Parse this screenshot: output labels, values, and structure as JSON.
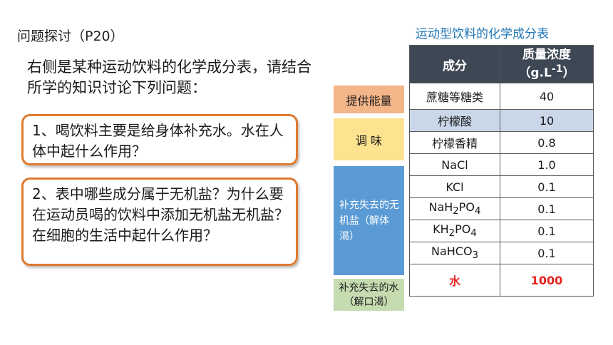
{
  "heading": "问题探讨（P20）",
  "intro": "右侧是某种运动饮料的化学成分表，请结合所学的知识讨论下列问题：",
  "question1": "1、喝饮料主要是给身体补充水。水在人体中起什么作用？",
  "question2": "2、表中哪些成分属于无机盐？为什么要在运动员喝的饮料中添加无机盐无机盐？在细胞的生活中起什么作用？",
  "table": {
    "title": "运动型饮料的化学成分表",
    "col_ingredient": "成分",
    "col_concentration_line1": "质量浓度",
    "col_concentration_unit": "（g.L",
    "col_concentration_exp": "-1",
    "col_concentration_close": "）",
    "categories": {
      "energy": "提供能量",
      "taste": "调 味",
      "salt": "补充失去的无机盐（解体渴）",
      "water": "补充失去的水（解口渴）"
    },
    "rows": {
      "sugar": {
        "name": "蔗糖等糖类",
        "value": "40"
      },
      "citric": {
        "name": "柠檬酸",
        "value": "10"
      },
      "flavor": {
        "name": "柠檬香精",
        "value": "0.8"
      },
      "nacl": {
        "name": "NaCl",
        "value": "1.0"
      },
      "kcl": {
        "name": "KCl",
        "value": "0.1"
      },
      "nah2po4": {
        "pre": "NaH",
        "s1": "2",
        "mid": "PO",
        "s2": "4",
        "value": "0.1"
      },
      "kh2po4": {
        "pre": "KH",
        "s1": "2",
        "mid": "PO",
        "s2": "4",
        "value": "0.1"
      },
      "nahco3": {
        "pre": "NaHCO",
        "s1": "3",
        "value": "0.1"
      },
      "water": {
        "name": "水",
        "value": "1000"
      }
    }
  }
}
